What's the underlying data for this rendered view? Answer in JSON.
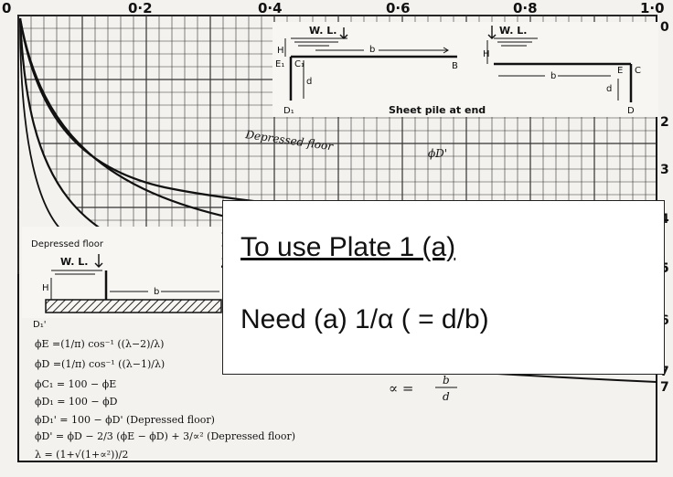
{
  "axis": {
    "top_ticks": [
      "0",
      "0·2",
      "0·4",
      "0·6",
      "0·8",
      "1·0"
    ],
    "right_ticks": [
      "0",
      "2",
      "3",
      "4",
      "5",
      "6",
      "7",
      "7"
    ]
  },
  "inset_top": {
    "wl_left": "W. L.",
    "wl_right": "W. L.",
    "h": "H",
    "b_left": "b",
    "b_right": "b",
    "e1": "E₁",
    "c1": "C₁",
    "d1": "D₁",
    "d_left": "d",
    "d_right": "d",
    "b_point": "B",
    "e": "E",
    "c": "C",
    "d_point": "D",
    "caption": "Sheet pile at end"
  },
  "curve_labels": {
    "depressed_floor": "Depressed floor",
    "phi": "ϕD'"
  },
  "inset_left": {
    "title": "Depressed floor",
    "wl": "W. L.",
    "h": "H",
    "b": "b",
    "d1": "D₁'"
  },
  "alpha_eq": {
    "alpha": "∝ =",
    "num": "b",
    "den": "d"
  },
  "formulas": [
    "ϕE =(1/π) cos⁻¹ ((λ−2)/λ)",
    "ϕD =(1/π) cos⁻¹ ((λ−1)/λ)",
    "ϕC₁ = 100 − ϕE",
    "ϕD₁ = 100 − ϕD",
    "ϕD₁' = 100 − ϕD' (Depressed floor)",
    "ϕD' = ϕD − 2/3 (ϕE − ϕD) + 3/∝² (Depressed floor)",
    "λ = (1+√(1+∝²))/2"
  ],
  "callout": {
    "title": "To use Plate 1 (a)",
    "need": "Need (a) 1/α ( = d/b)"
  }
}
